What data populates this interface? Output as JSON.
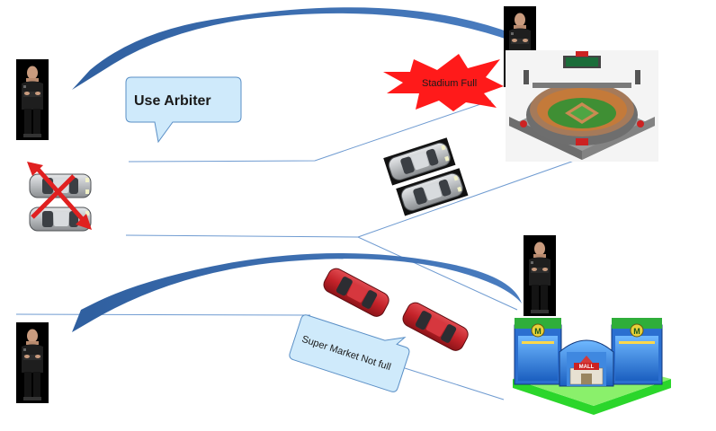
{
  "callouts": {
    "use_arbiter": "Use Arbiter",
    "stadium_full": "Stadium Full",
    "supermarket_not_full": "Super Market Not full"
  },
  "buildings": {
    "mall_sign": "MALL",
    "mall_emblem": "M"
  },
  "colors": {
    "arrow_blue": "#3f6fb0",
    "road_line": "#6f9bd1",
    "callout_fill": "#cfeafb",
    "callout_stroke": "#5a8fc6",
    "burst_red": "#ff1a1a",
    "cross_red": "#e02020",
    "car_silver": "#b9bcbf",
    "car_red": "#c4232a"
  },
  "icons": [
    "officer-icon",
    "stadium-icon",
    "mall-icon",
    "car-icon",
    "cross-icon",
    "curved-arrow-icon"
  ]
}
